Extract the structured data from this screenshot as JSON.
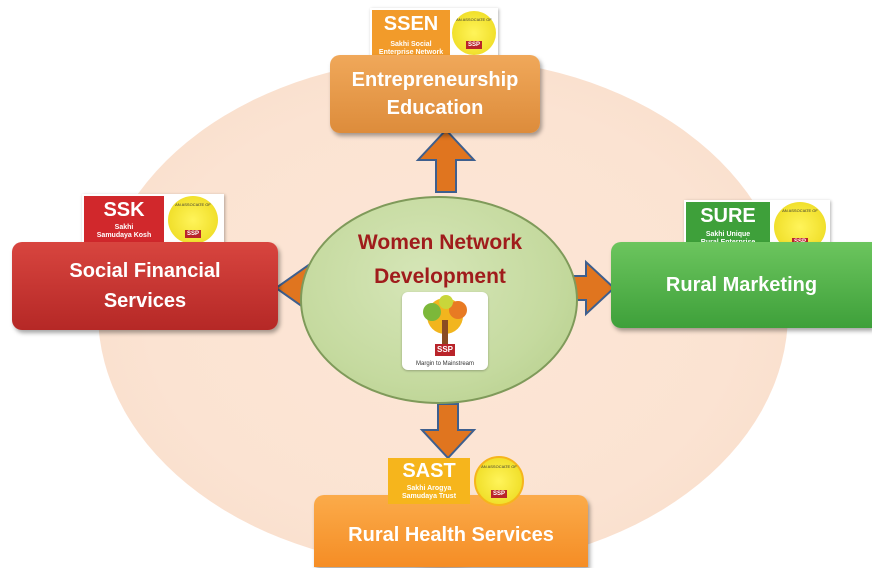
{
  "center": {
    "title_line1": "Women Network",
    "title_line2": "Development",
    "logo_text": "SSP",
    "logo_tagline": "Margin to Mainstream"
  },
  "nodes": {
    "top": {
      "label_line1": "Entrepreneurship",
      "label_line2": "Education",
      "badge_code": "SSEN",
      "badge_sub1": "Sakhi Social",
      "badge_sub2": "Enterprise Network",
      "seal_top": "AN ASSOCIATE OF",
      "seal_ssp": "SSP",
      "color": "#e39443"
    },
    "left": {
      "label_line1": "Social Financial",
      "label_line2": "Services",
      "badge_code": "SSK",
      "badge_sub1": "Sakhi",
      "badge_sub2": "Samudaya Kosh",
      "seal_top": "AN ASSOCIATE OF",
      "seal_ssp": "SSP",
      "color": "#c3312e"
    },
    "right": {
      "label": "Rural Marketing",
      "badge_code": "SURE",
      "badge_sub1": "Sakhi Unique",
      "badge_sub2": "Rural Enterprise",
      "seal_top": "AN ASSOCIATE OF",
      "seal_ssp": "SSP",
      "color": "#4fae46"
    },
    "bottom": {
      "label": "Rural Health Services",
      "badge_code": "SAST",
      "badge_sub1": "Sakhi Arogya",
      "badge_sub2": "Samudaya Trust",
      "seal_top": "AN ASSOCIATE OF",
      "seal_ssp": "SSP",
      "color": "#f59a33"
    }
  },
  "colors": {
    "arrow": "#e0751f",
    "arrow_border": "#3e5f8e",
    "center_text": "#a01c1c"
  }
}
